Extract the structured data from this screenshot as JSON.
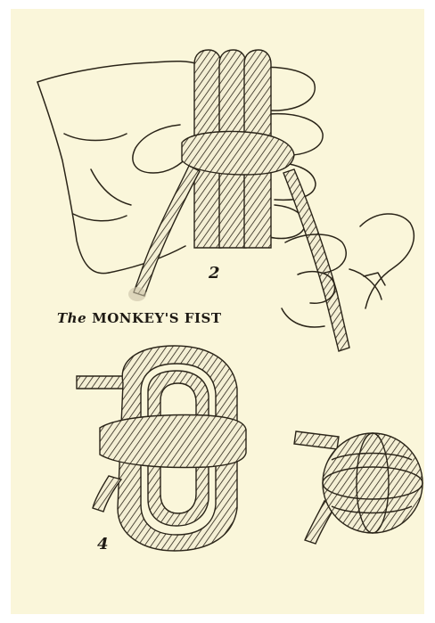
{
  "caption": {
    "article": "The",
    "title": "MONKEY'S FIST"
  },
  "figures": {
    "fig2": "2",
    "fig4": "4"
  },
  "colors": {
    "paper": "#faf6da",
    "ink": "#1e1a14"
  }
}
